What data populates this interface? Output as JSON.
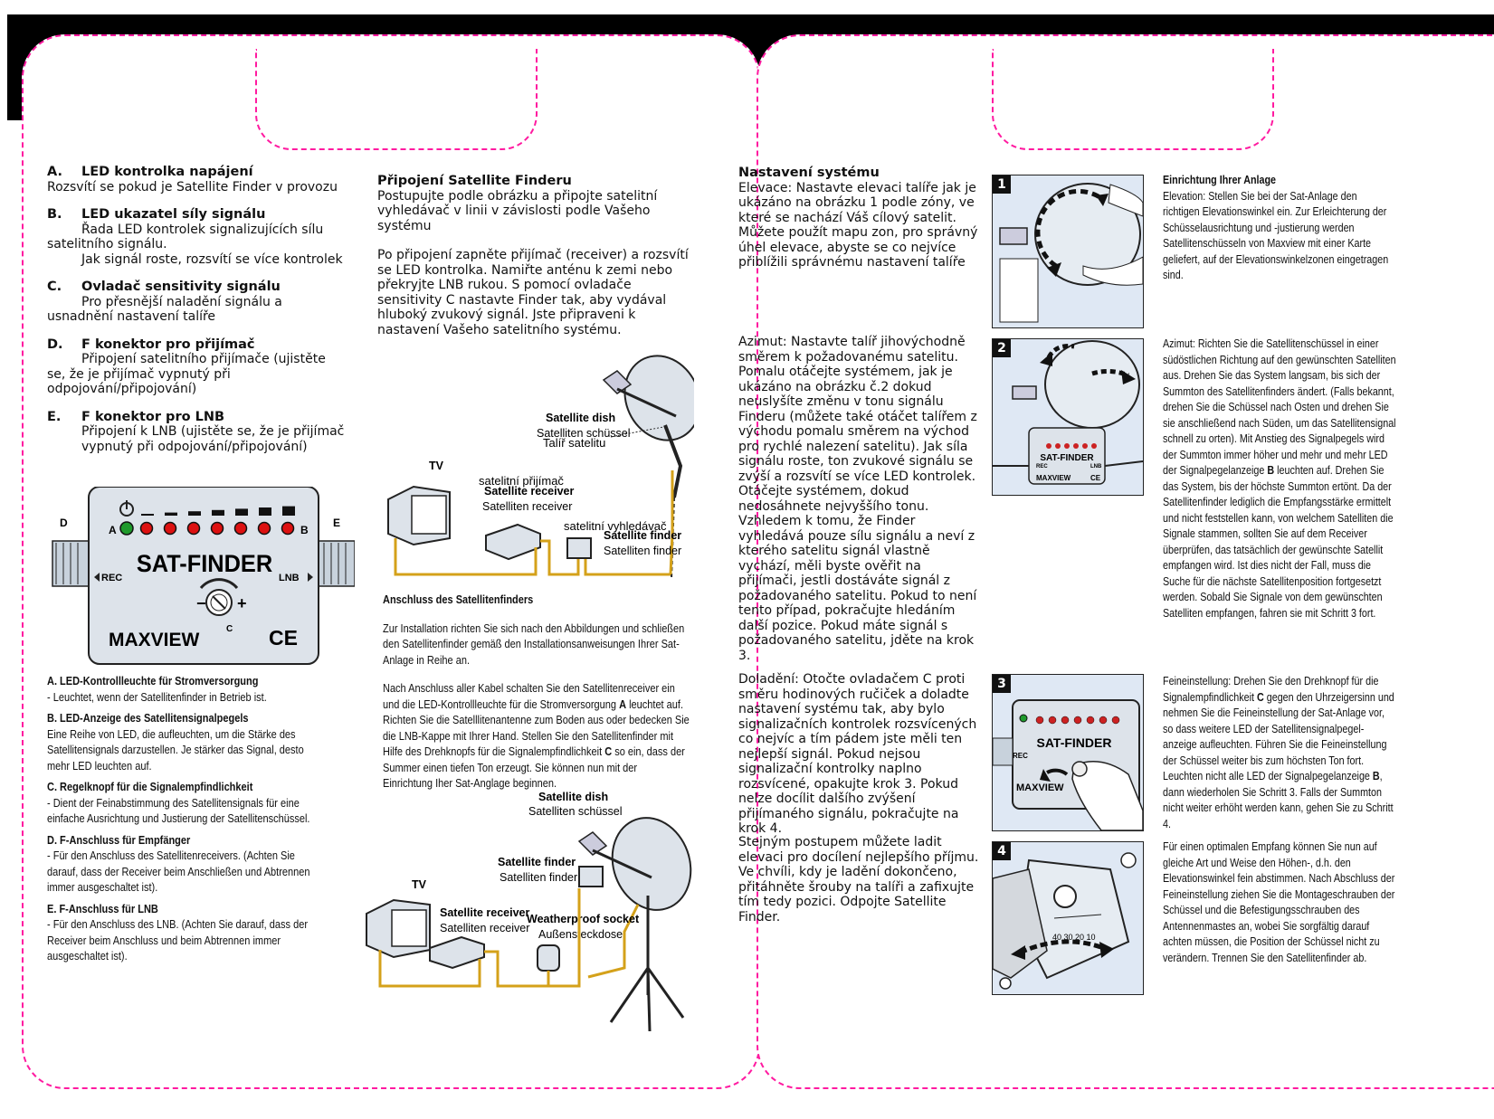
{
  "left": {
    "cz_items": [
      {
        "letter": "A.",
        "title": "LED kontrolka napájení",
        "text": "Rozsvítí se pokud je Satellite Finder v provozu"
      },
      {
        "letter": "B.",
        "title": "LED ukazatel síly signálu",
        "text": "Řada LED kontrolek signalizujících sílu satelitního signálu.",
        "text2": "Jak signál roste, rozsvítí se více kontrolek"
      },
      {
        "letter": "C.",
        "title": "Ovladač sensitivity signálu",
        "text": "Pro přesnější naladění signálu a usnadnění nastavení talíře"
      },
      {
        "letter": "D.",
        "title": "F konektor pro přijímač",
        "text": "Připojení satelitního přijímače (ujistěte se, že je přijímač vypnutý při odpojování/připojování)"
      },
      {
        "letter": "E.",
        "title": "F konektor pro LNB",
        "text": "Připojení k LNB (ujistěte se, že je přijímač vypnutý při odpojování/připojování)"
      }
    ],
    "device": {
      "brand": "SAT-FINDER",
      "maker": "MAXVIEW",
      "ce": "CE",
      "rec": "REC",
      "lnb": "LNB",
      "a": "A",
      "b": "B",
      "c": "C",
      "d": "D",
      "e": "E",
      "minus": "−",
      "plus": "+"
    },
    "de_items": [
      {
        "title": "A. LED-Kontrollleuchte für Stromversorgung",
        "text": "-  Leuchtet, wenn der Satellitenfinder in Betrieb ist."
      },
      {
        "title": "B. LED-Anzeige des Satellitensignalpegels",
        "text": "Eine Reihe von LED, die aufleuchten, um die Stärke des Satellitensignals darzustellen. Je stärker das Signal, desto mehr LED leuchten auf."
      },
      {
        "title": "C. Regelknopf für die Signalempfindlichkeit",
        "text": "- Dient der Feinabstimmung des Satellitensignals für eine einfache Ausrichtung und Justierung der Satellitenschüssel."
      },
      {
        "title": "D. F-Anschluss für Empfänger",
        "text": "- Für den Anschluss des Satellitenreceivers. (Achten Sie darauf, dass der Receiver beim Anschließen und Abtrennen immer ausgeschaltet ist)."
      },
      {
        "title": "E. F-Anschluss für LNB",
        "text": "- Für den Anschluss des LNB. (Achten Sie darauf, dass der Receiver beim Anschluss und beim Abtrennen immer ausgeschaltet ist)."
      }
    ]
  },
  "middle": {
    "cz_title": "Připojení Satellite Finderu",
    "cz_p1": "Postupujte podle obrázku a připojte satelitní vyhledávač v linii v závislosti podle Vašeho systému",
    "cz_p2": "Po připojení zapněte přijímač (receiver) a rozsvítí se LED kontrolka. Namiřte anténu k zemi nebo překryjte LNB rukou. S pomocí ovladače sensitivity C nastavte Finder tak, aby vydával hluboký zvukový signál. Jste připraveni k nastavení Vašeho satelitního systému.",
    "diagram1": {
      "tv": "TV",
      "dish_en": "Satellite dish",
      "dish_de": "Satelliten schüssel",
      "dish_cz": "Talíř satelitu",
      "rec_cz": "satelitní přijímač",
      "rec_en": "Satellite receiver",
      "rec_de": "Satelliten receiver",
      "finder_cz": "satelitní vyhledávač",
      "finder_en": "Satellite finder",
      "finder_de": "Satelliten finder"
    },
    "de_title": "Anschluss des Satellitenfinders",
    "de_p1": "Zur Installation richten Sie sich nach den Abbildungen und schließen den Satellitenfinder gemäß den Installationsanweisungen Ihrer Sat-Anlage in Reihe an.",
    "de_p2_a": "Nach Anschluss aller Kabel schalten Sie den Satellitenreceiver ein und die LED-Kontrollleuchte für die Stromversorgung ",
    "de_p2_bold": "A",
    "de_p2_b": " leuchtet auf. Richten Sie die Satelllitenantenne zum Boden aus oder bedecken Sie die LNB-Kappe mit Ihrer Hand. Stellen Sie den Satellitenfinder mit Hilfe des Drehknopfs für die Signalempfindlichkeit ",
    "de_p2_bold2": "C",
    "de_p2_c": " so ein, dass der Summer einen tiefen Ton erzeugt. Sie können nun mit der Einrichtung Iher Sat-Anglage beginnen.",
    "diagram2": {
      "dish_en": "Satellite dish",
      "dish_de": "Satelliten schüssel",
      "finder_en": "Satellite finder",
      "finder_de": "Satelliten finder",
      "tv": "TV",
      "rec_en": "Satellite receiver",
      "rec_de": "Satelliten receiver",
      "socket_en": "Weatherproof socket",
      "socket_de": "Außensteckdose"
    }
  },
  "right": {
    "cz_title": "Nastavení systému",
    "cz_steps": [
      "Elevace: Nastavte elevaci talíře jak je ukázáno na obrázku 1 podle zóny, ve které se nachází Váš cílový satelit. Můžete použít mapu zon, pro správný úhel elevace, abyste se co nejvíce přiblížili správnému nastavení talíře",
      "Azimut: Nastavte talíř jihovýchodně směrem k požadovanému satelitu. Pomalu otáčejte systémem, jak je ukázáno na obrázku č.2 dokud neuslyšíte změnu v tonu signálu Finderu (můžete také otáčet talířem z východu pomalu směrem na východ pro rychlé nalezení satelitu). Jak síla signálu roste, ton zvukové signálu se zvýší a rozsvítí se více LED kontrolek. Otáčejte systémem, dokud nedosáhnete nejvyššího tonu. Vzhledem k tomu, že Finder vyhledává pouze sílu signálu a neví z kterého satelitu signál vlastně vychází, měli byste ověřit na přijímači, jestli dostáváte signál z požadovaného satelitu. Pokud to není tento případ, pokračujte hledáním další pozice. Pokud máte signál s požadovaného satelitu, jděte na krok 3.",
      "Doladění: Otočte ovladačem C proti směru hodinových ručiček a doladte nastavení systému tak, aby bylo signalizačních kontrolek rozsvícených co nejvíc a tím pádem jste měli ten nejlepší signál. Pokud nejsou signalizační kontrolky naplno rozsvícené, opakujte krok 3. Pokud nelze docílit dalšího zvýšení přijímaného signálu, pokračujte na krok 4.",
      "Stejným postupem můžete ladit elevaci pro docílení nejlepšího příjmu. Ve chvíli, kdy je ladění dokončeno, přitáhněte šrouby na talíři a zafixujte tím tedy pozici. Odpojte Satellite Finder."
    ],
    "step_nums": [
      "1",
      "2",
      "3",
      "4"
    ],
    "de_title": "Einrichtung Ihrer Anlage",
    "de_steps": [
      "Elevation: Stellen Sie bei der Sat-Anlage den richtigen Elevationswinkel ein. Zur Erleichterung der Schüsselausrichtung und -justierung werden Satellitenschüsseln von Maxview mit einer Karte geliefert, auf der Elevationswinkelzonen eingetragen sind.",
      "Azimut: Richten Sie die Satellitenschüssel in einer südöstlichen Richtung auf den gewünschten Satelliten aus. Drehen Sie das System langsam, bis sich der Summton des Satellitenfinders ändert. (Falls bekannt, drehen Sie die Schüssel nach Osten und drehen Sie sie anschließend nach Süden, um das Satellitensignal schnell zu orten). Mit Anstieg des Signalpegels wird der Summton immer höher und mehr und mehr LED der Signalpegelanzeige ",
      "Feineinstellung: Drehen Sie den Drehknopf für die Signalempfindlichkeit ",
      "Für einen optimalen Empfang können Sie nun auf gleiche Art und Weise den Höhen-, d.h. den Elevationswinkel fein abstimmen. Nach Abschluss der Feineinstellung ziehen Sie die Montageschrauben der Schüssel und die Befestigungsschrauben des Antennenmastes an, wobei Sie sorgfältig darauf achten müssen, die Position der Schüssel nicht zu verändern. Trennen Sie den Satellitenfinder ab."
    ],
    "de_step2_bold": "B",
    "de_step2_rest": " leuchten auf. Drehen Sie das System, bis der höchste Summton ertönt. Da der Satellitenfinder lediglich die Empfangsstärke ermittelt und nicht feststellen kann, von welchem Satelliten die Signale stammen, sollten Sie auf dem Receiver überprüfen, das tatsächlich der gewünschte Satellit empfangen wird. Ist dies nicht der Fall, muss die Suche für die nächste Satellitenposition fortgesetzt werden. Sobald Sie Signale von dem gewünschten Satelliten empfangen, fahren sie mit Schritt 3 fort.",
    "de_step3_bold": "C",
    "de_step3_mid": " gegen den Uhrzeigersinn und nehmen Sie die Feineinstellung der Sat-Anlage vor, so dass weitere LED der Satellitensignalpegel-anzeige aufleuchten. Führen Sie die Feineinstellung der Schüssel weiter bis zum höchsten Ton fort. Leuchten nicht alle LED der Signalpegelanzeige ",
    "de_step3_bold2": "B",
    "de_step3_rest": ", dann wiederholen Sie Schritt 3. Falls der Summton nicht weiter erhöht werden kann, gehen Sie zu Schritt 4.",
    "fig3": {
      "brand": "SAT-FINDER",
      "maker": "MAXVIEW",
      "rec": "REC"
    },
    "fig2": {
      "brand": "SAT-FINDER",
      "maker": "MAXVIEW",
      "rec": "REC",
      "lnb": "LNB",
      "ce": "CE"
    },
    "fig4": {
      "scale": "40 30 20 10"
    }
  }
}
